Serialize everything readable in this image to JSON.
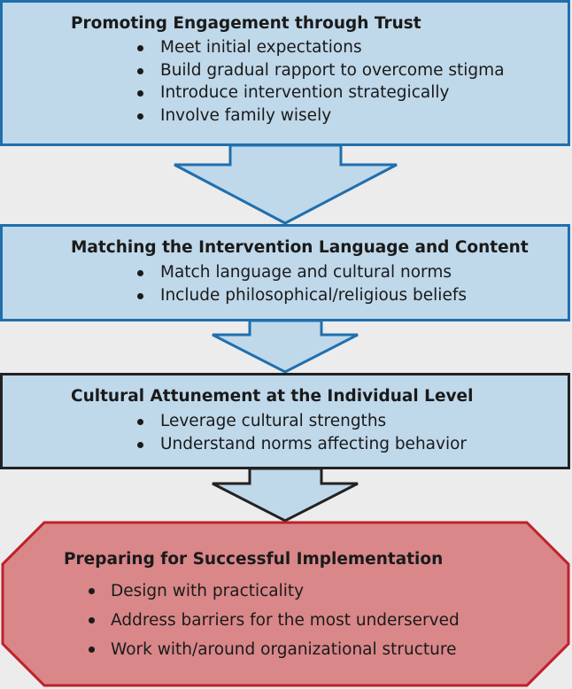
{
  "colors": {
    "box_fill": "#bfd8ea",
    "box_border": "#1f6fae",
    "box3_border": "#222222",
    "final_fill": "#d98789",
    "final_border": "#c0202a",
    "arrow_fill": "#bfd8ea",
    "background": "#ececec"
  },
  "steps": [
    {
      "title": "Promoting Engagement through Trust",
      "items": [
        "Meet initial expectations",
        "Build gradual rapport to overcome stigma",
        "Introduce intervention strategically",
        "Involve family wisely"
      ]
    },
    {
      "title": "Matching the Intervention Language and Content",
      "items": [
        "Match language and cultural norms",
        "Include philosophical/religious beliefs"
      ]
    },
    {
      "title": "Cultural Attunement at the Individual Level",
      "items": [
        "Leverage cultural strengths",
        "Understand norms affecting behavior"
      ]
    },
    {
      "title": "Preparing for Successful Implementation",
      "items": [
        "Design with practicality",
        "Address barriers for the most underserved",
        "Work with/around organizational structure"
      ]
    }
  ]
}
